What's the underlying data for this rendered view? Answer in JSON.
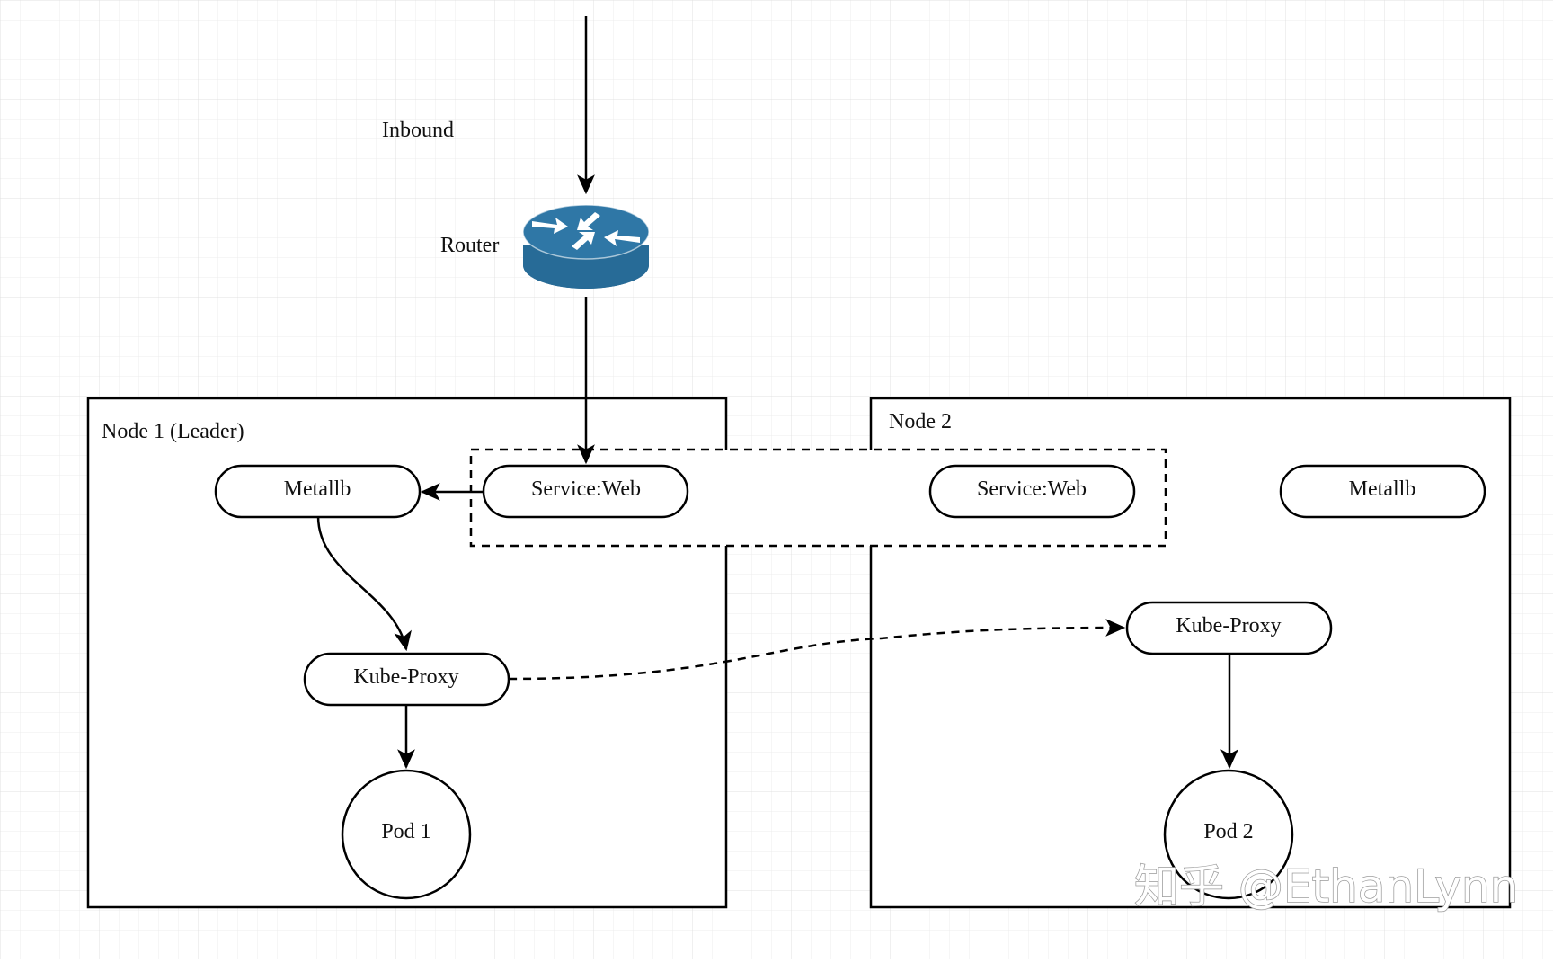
{
  "diagram": {
    "inbound_label": "Inbound",
    "router_label": "Router",
    "node1": {
      "title": "Node 1 (Leader)",
      "metallb": "Metallb",
      "service": "Service:Web",
      "kube_proxy": "Kube-Proxy",
      "pod": "Pod 1"
    },
    "node2": {
      "title": "Node 2",
      "metallb": "Metallb",
      "service": "Service:Web",
      "kube_proxy": "Kube-Proxy",
      "pod": "Pod 2"
    }
  },
  "watermark": "知乎 @EthanLynn",
  "colors": {
    "background": "#ffffff",
    "grid": "#e6e6e6",
    "stroke": "#000000",
    "router": "#276b97",
    "router_side": "#1f5a82"
  },
  "icons": {
    "router": "router-icon"
  }
}
